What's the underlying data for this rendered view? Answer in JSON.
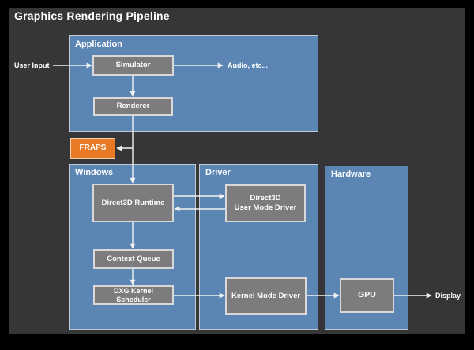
{
  "title": "Graphics Rendering Pipeline",
  "colors": {
    "background": "#000000",
    "panel": "#363638",
    "section_fill": "#5b86b4",
    "section_border": "#c2cbd6",
    "node_fill": "#7c7c7f",
    "node_border": "#d8d8d8",
    "fraps_fill": "#e87a25",
    "fraps_border": "#f2d3ae",
    "text": "#ffffff",
    "line": "#f2f2f2"
  },
  "sections": {
    "application": {
      "label": "Application"
    },
    "windows": {
      "label": "Windows"
    },
    "driver": {
      "label": "Driver"
    },
    "hardware": {
      "label": "Hardware"
    }
  },
  "nodes": {
    "simulator": {
      "label": "Simulator"
    },
    "renderer": {
      "label": "Renderer"
    },
    "fraps": {
      "label": "FRAPS"
    },
    "d3d_runtime": {
      "label": "Direct3D Runtime"
    },
    "context_queue": {
      "label": "Context Queue"
    },
    "dxg_scheduler": {
      "label": "DXG Kernel\nScheduler"
    },
    "d3d_umd": {
      "label": "Direct3D\nUser Mode Driver"
    },
    "kmd": {
      "label": "Kernel Mode Driver"
    },
    "gpu": {
      "label": "GPU"
    }
  },
  "external_labels": {
    "user_input": "User Input",
    "audio": "Audio, etc...",
    "display": "Display"
  },
  "edges": [
    {
      "from": "user_input",
      "to": "simulator"
    },
    {
      "from": "simulator",
      "to": "audio"
    },
    {
      "from": "simulator",
      "to": "renderer"
    },
    {
      "from": "renderer",
      "to": "d3d_runtime"
    },
    {
      "from": "renderer",
      "to": "fraps"
    },
    {
      "from": "d3d_runtime",
      "to": "d3d_umd"
    },
    {
      "from": "d3d_umd",
      "to": "d3d_runtime"
    },
    {
      "from": "d3d_runtime",
      "to": "context_queue"
    },
    {
      "from": "context_queue",
      "to": "dxg_scheduler"
    },
    {
      "from": "dxg_scheduler",
      "to": "kmd"
    },
    {
      "from": "kmd",
      "to": "gpu"
    },
    {
      "from": "gpu",
      "to": "display"
    }
  ]
}
